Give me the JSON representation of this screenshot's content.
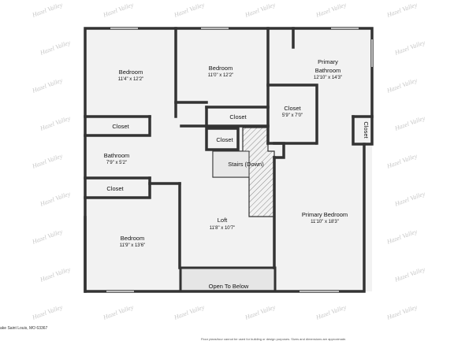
{
  "rooms": {
    "bedroom1": {
      "name": "Bedroom",
      "dims": "11'4\" x 12'2\""
    },
    "bedroom2": {
      "name": "Bedroom",
      "dims": "11'0\" x 12'2\""
    },
    "primary_bathroom": {
      "name_line1": "Primary",
      "name_line2": "Bathroom",
      "dims": "12'10\" x 14'3\""
    },
    "closet_walkin": {
      "name": "Closet",
      "dims": "5'9\" x 7'0\""
    },
    "closet_a": {
      "name": "Closet"
    },
    "closet_b": {
      "name": "Closet"
    },
    "closet_c": {
      "name": "Closet"
    },
    "closet_d": {
      "name": "Closet"
    },
    "closet_vertical": {
      "name": "Closet"
    },
    "bathroom": {
      "name": "Bathroom",
      "dims": "7'9\" x 5'2\""
    },
    "stairs": {
      "name": "Stairs (Down)"
    },
    "loft": {
      "name": "Loft",
      "dims": "11'8\" x 10'7\""
    },
    "primary_bedroom": {
      "name": "Primary Bedroom",
      "dims": "11'10\" x 18'3\""
    },
    "bedroom3": {
      "name": "Bedroom",
      "dims": "11'9\" x 13'6\""
    },
    "open_below": {
      "name": "Open To Below"
    }
  },
  "watermark_text": "Hazel Valley",
  "footer": {
    "address": "ake Saint Louis, MO 63367",
    "disclaimer": "Floor plans/tour cannot be used for building or design purposes. Sizes and dimensions are approximate."
  }
}
